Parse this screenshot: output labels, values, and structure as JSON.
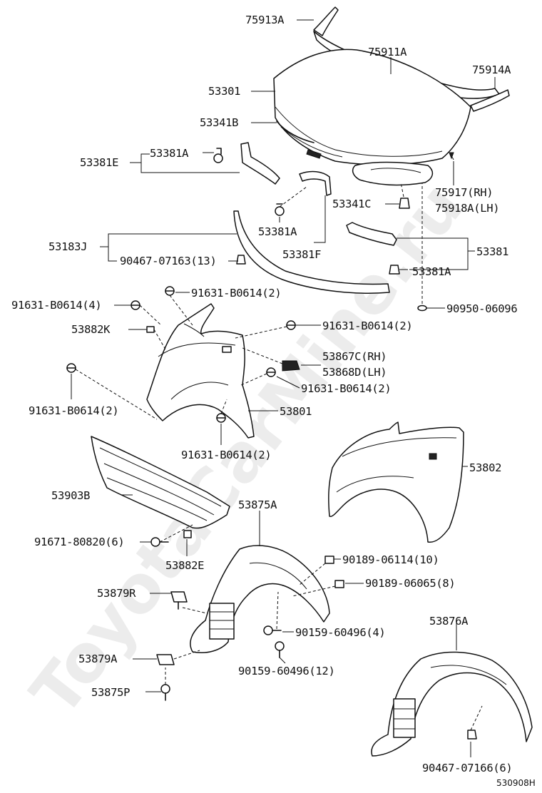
{
  "watermark": "ToyotaCarMine.ru",
  "figure_id": "530908H",
  "labels": {
    "p75913A": "75913A",
    "p75911A": "75911A",
    "p75914A": "75914A",
    "p53301": "53301",
    "p53341B": "53341B",
    "p53381E": "53381E",
    "p53381A_1": "53381A",
    "p75917": "75917(RH)",
    "p75918A": "75918A(LH)",
    "p53341C": "53341C",
    "p53381A_2": "53381A",
    "p53381F": "53381F",
    "p53183J": "53183J",
    "p90467_07163": "90467-07163(13)",
    "p53381": "53381",
    "p53381A_3": "53381A",
    "p91631_a": "91631-B0614(2)",
    "p91631_b": "91631-B0614(4)",
    "p90950": "90950-06096",
    "p53882K": "53882K",
    "p91631_c": "91631-B0614(2)",
    "p53867C": "53867C(RH)",
    "p53868D": "53868D(LH)",
    "p91631_d": "91631-B0614(2)",
    "p91631_e": "91631-B0614(2)",
    "p53801": "53801",
    "p91631_f": "91631-B0614(2)",
    "p53802": "53802",
    "p53903B": "53903B",
    "p53875A": "53875A",
    "p91671": "91671-80820(6)",
    "p53882E": "53882E",
    "p90189_06114": "90189-06114(10)",
    "p90189_06065": "90189-06065(8)",
    "p53879R": "53879R",
    "p53876A": "53876A",
    "p90159_a": "90159-60496(4)",
    "p53879A": "53879A",
    "p90159_b": "90159-60496(12)",
    "p53875P": "53875P",
    "p90467_07166": "90467-07166(6)"
  }
}
